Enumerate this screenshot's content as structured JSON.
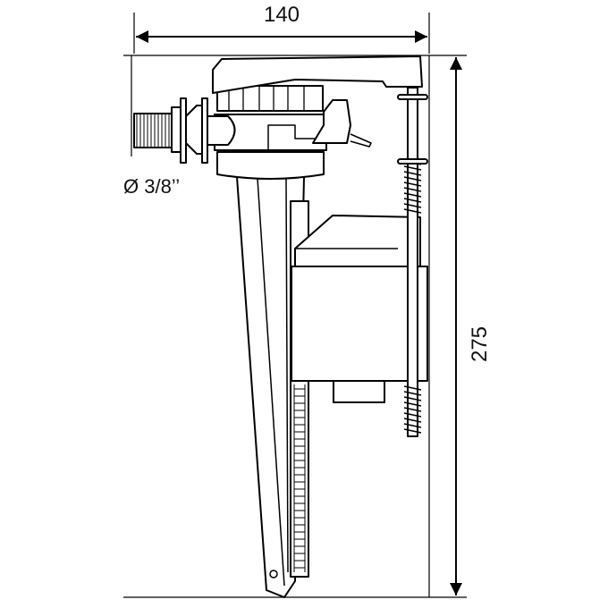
{
  "diagram": {
    "width_label": "140",
    "height_label": "275",
    "inlet_label": "Ø 3/8’’"
  }
}
